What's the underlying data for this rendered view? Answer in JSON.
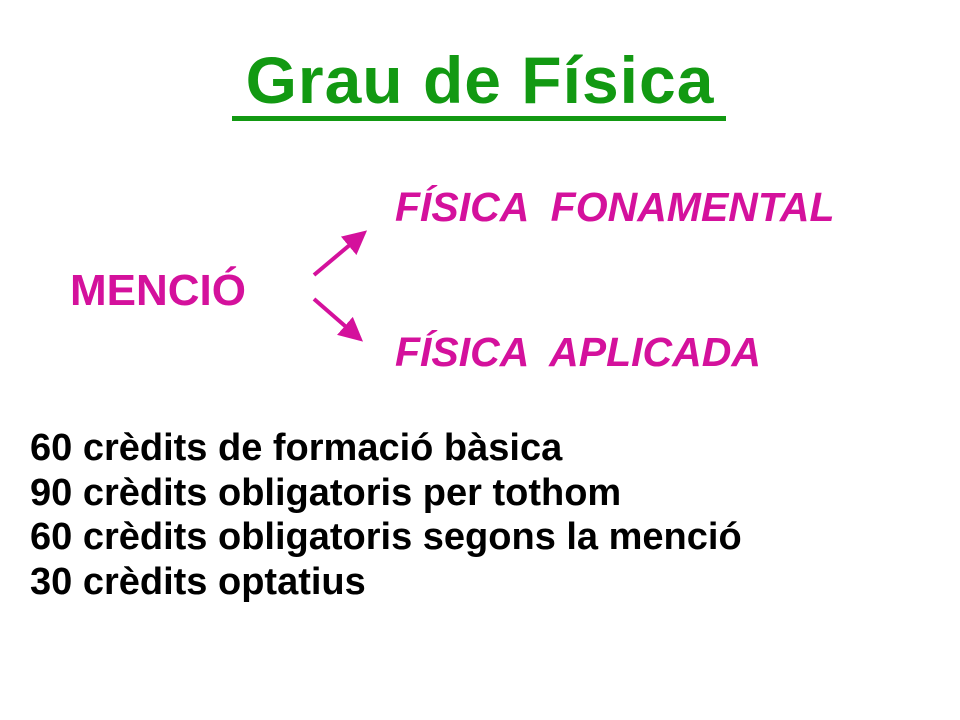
{
  "slide": {
    "title": "Grau de Física",
    "mencio_label": "MENCIÓ",
    "options": [
      "FÍSICA  FONAMENTAL",
      "FÍSICA  APLICADA"
    ],
    "credits": [
      "60 crèdits de formació bàsica",
      "90 crèdits obligatoris per tothom",
      "60 crèdits obligatoris segons la menció",
      "30 crèdits optatius"
    ]
  },
  "colors": {
    "title": "#129912",
    "accent": "#d4119c",
    "text": "#000000"
  }
}
